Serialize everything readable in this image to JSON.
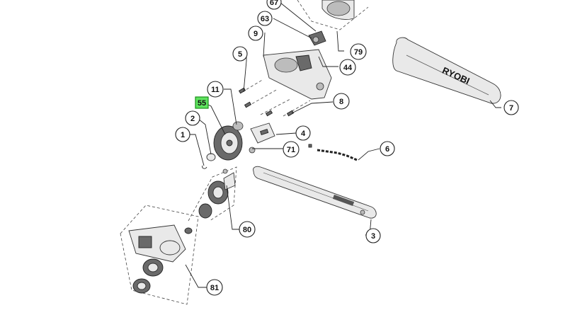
{
  "diagram": {
    "brand_label": "RYOBI",
    "highlighted_callout": "55",
    "callouts": {
      "c67": "67",
      "c63": "63",
      "c9": "9",
      "c79": "79",
      "c5": "5",
      "c44": "44",
      "c11": "11",
      "c55": "55",
      "c8": "8",
      "c2": "2",
      "c1": "1",
      "c4": "4",
      "c71": "71",
      "c6": "6",
      "c7": "7",
      "c3": "3",
      "c80": "80",
      "c81": "81"
    }
  }
}
